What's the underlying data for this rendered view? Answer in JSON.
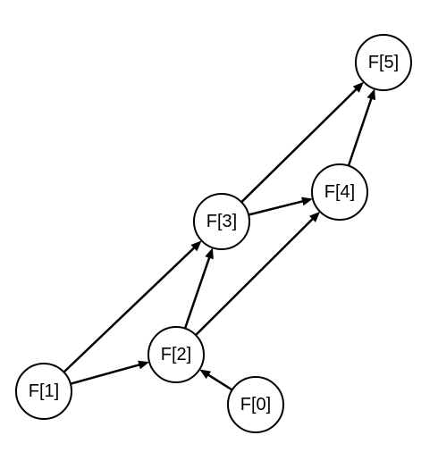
{
  "nodes": {
    "f0": {
      "label": "F[0]"
    },
    "f1": {
      "label": "F[1]"
    },
    "f2": {
      "label": "F[2]"
    },
    "f3": {
      "label": "F[3]"
    },
    "f4": {
      "label": "F[4]"
    },
    "f5": {
      "label": "F[5]"
    }
  },
  "edges": [
    {
      "from": "f1",
      "to": "f2"
    },
    {
      "from": "f1",
      "to": "f3"
    },
    {
      "from": "f0",
      "to": "f2"
    },
    {
      "from": "f2",
      "to": "f3"
    },
    {
      "from": "f2",
      "to": "f4"
    },
    {
      "from": "f3",
      "to": "f4"
    },
    {
      "from": "f3",
      "to": "f5"
    },
    {
      "from": "f4",
      "to": "f5"
    }
  ],
  "colors": {
    "node_stroke": "#000000",
    "node_fill": "#ffffff",
    "edge": "#000000",
    "background": "#ffffff"
  }
}
